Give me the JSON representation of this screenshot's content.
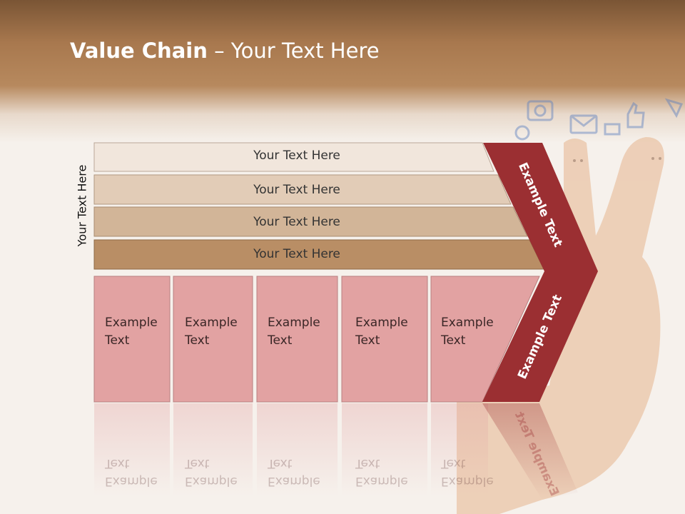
{
  "title": {
    "bold": "Value Chain",
    "rest": " – Your Text Here"
  },
  "side_label": "Your Text Here",
  "rows": [
    {
      "label": "Your Text Here"
    },
    {
      "label": "Your Text Here"
    },
    {
      "label": "Your Text Here"
    },
    {
      "label": "Your Text Here"
    }
  ],
  "cells": [
    {
      "label": "Example\nText"
    },
    {
      "label": "Example\nText"
    },
    {
      "label": "Example\nText"
    },
    {
      "label": "Example\nText"
    },
    {
      "label": "Example\nText"
    }
  ],
  "chevron": {
    "top_label": "Example Text",
    "bottom_label": "Example Text"
  },
  "colors": {
    "row1": "#f1e6dc",
    "row2": "#e2ccb7",
    "row3": "#d2b598",
    "row4": "#b98e65",
    "cell": "#e2a2a2",
    "chevron": "#9b2f32"
  }
}
